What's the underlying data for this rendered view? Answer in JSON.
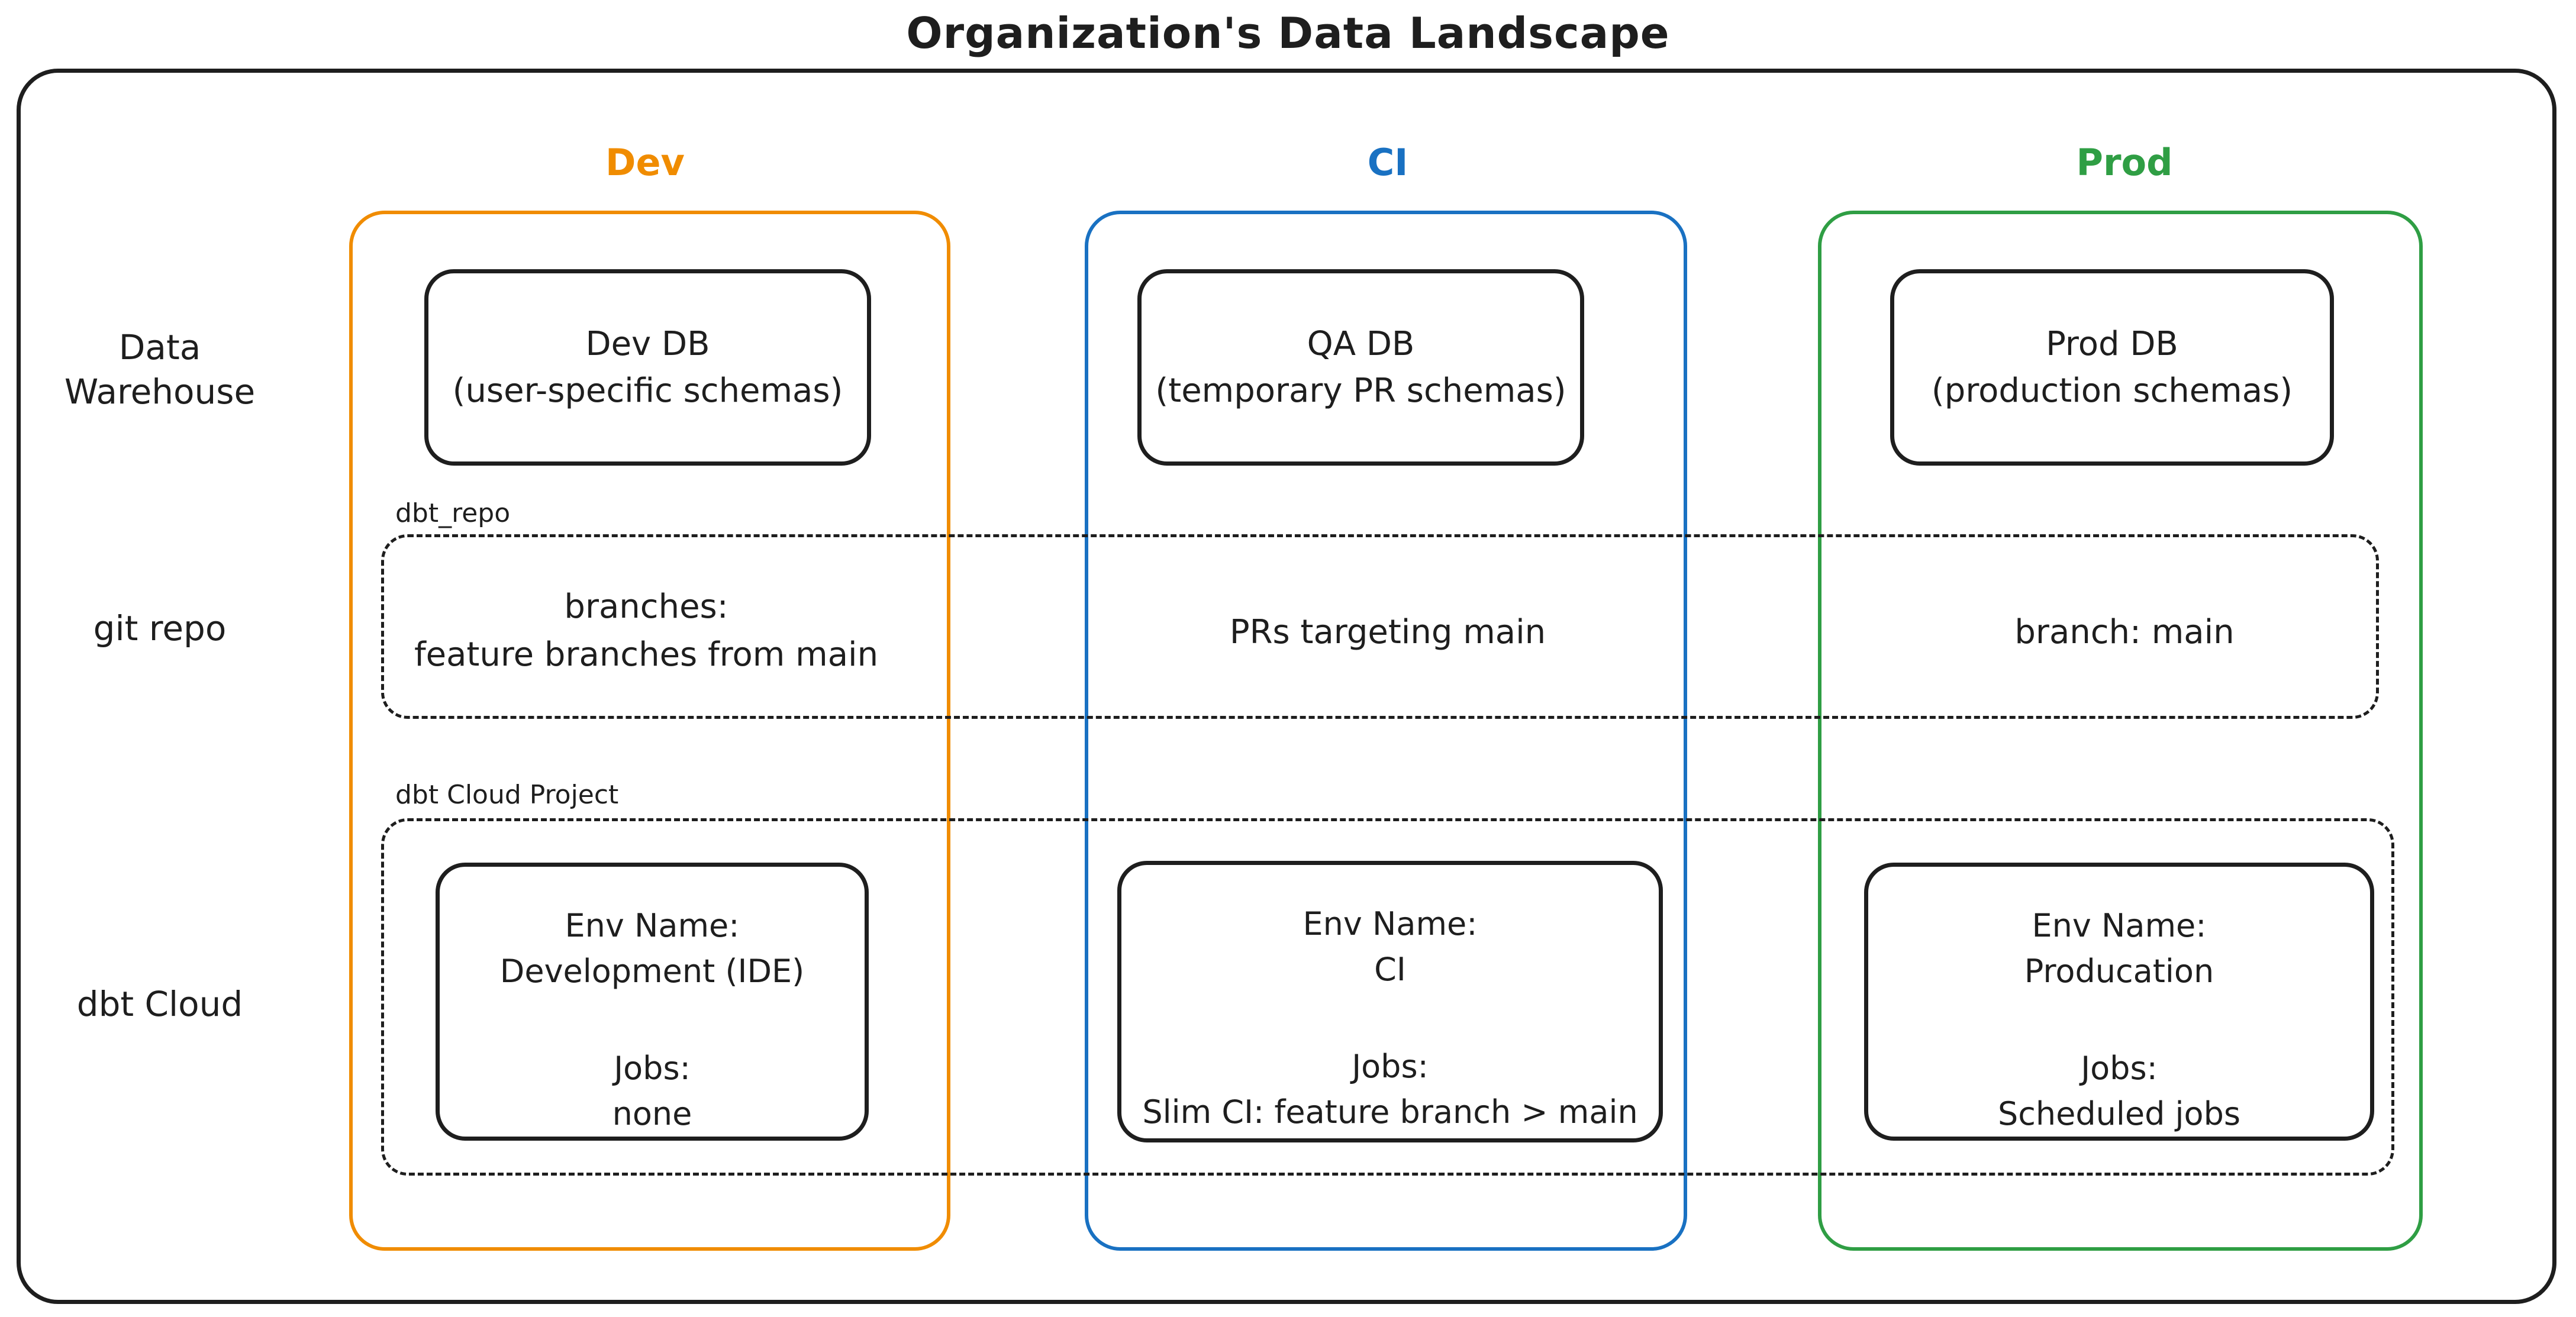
{
  "title": "Organization's Data Landscape",
  "colors": {
    "ink": "#1e1e1e",
    "dev_accent": "#f08c00",
    "ci_accent": "#1971c2",
    "prod_accent": "#2f9e44"
  },
  "columns": [
    {
      "header": "Dev"
    },
    {
      "header": "CI"
    },
    {
      "header": "Prod"
    }
  ],
  "row_labels": {
    "warehouse": "Data Warehouse",
    "git": "git repo",
    "dbt": "dbt Cloud"
  },
  "warehouse": {
    "dev": {
      "line1": "Dev DB",
      "line2": "(user-specific schemas)"
    },
    "ci": {
      "line1": "QA DB",
      "line2": "(temporary PR schemas)"
    },
    "prod": {
      "line1": "Prod DB",
      "line2": "(production schemas)"
    }
  },
  "git_repo": {
    "label": "dbt_repo",
    "dev_line1": "branches:",
    "dev_line2": "feature branches from main",
    "ci": "PRs targeting main",
    "prod": "branch: main"
  },
  "dbt_cloud": {
    "label": "dbt Cloud Project",
    "dev": {
      "env_label": "Env Name:",
      "env_value": "Development (IDE)",
      "jobs_label": "Jobs:",
      "jobs_value": "none"
    },
    "ci": {
      "env_label": "Env Name:",
      "env_value": "CI",
      "jobs_label": "Jobs:",
      "jobs_value": "Slim CI: feature branch > main"
    },
    "prod": {
      "env_label": "Env Name:",
      "env_value": "Producation",
      "jobs_label": "Jobs:",
      "jobs_value": "Scheduled jobs"
    }
  }
}
